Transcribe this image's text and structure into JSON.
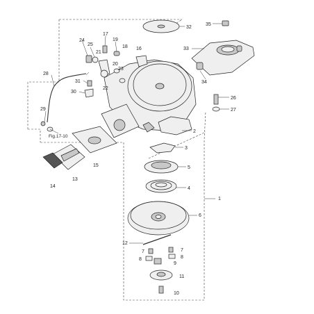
{
  "diagram": {
    "reference_label": "Fig.17-10",
    "callouts": [
      {
        "id": "c1",
        "text": "1"
      },
      {
        "id": "c2",
        "text": "2"
      },
      {
        "id": "c3",
        "text": "3"
      },
      {
        "id": "c4",
        "text": "4"
      },
      {
        "id": "c5",
        "text": "5"
      },
      {
        "id": "c6",
        "text": "6"
      },
      {
        "id": "c7a",
        "text": "7"
      },
      {
        "id": "c7b",
        "text": "7"
      },
      {
        "id": "c8a",
        "text": "8"
      },
      {
        "id": "c8b",
        "text": "8"
      },
      {
        "id": "c9",
        "text": "9"
      },
      {
        "id": "c10",
        "text": "10"
      },
      {
        "id": "c11",
        "text": "11"
      },
      {
        "id": "c12",
        "text": "12"
      },
      {
        "id": "c13",
        "text": "13"
      },
      {
        "id": "c14",
        "text": "14"
      },
      {
        "id": "c15",
        "text": "15"
      },
      {
        "id": "c16",
        "text": "16"
      },
      {
        "id": "c17",
        "text": "17"
      },
      {
        "id": "c18",
        "text": "18"
      },
      {
        "id": "c19",
        "text": "19"
      },
      {
        "id": "c20",
        "text": "20"
      },
      {
        "id": "c21",
        "text": "21"
      },
      {
        "id": "c22",
        "text": "22"
      },
      {
        "id": "c23",
        "text": "23"
      },
      {
        "id": "c24",
        "text": "24"
      },
      {
        "id": "c25",
        "text": "25"
      },
      {
        "id": "c26",
        "text": "26"
      },
      {
        "id": "c27",
        "text": "27"
      },
      {
        "id": "c28",
        "text": "28"
      },
      {
        "id": "c29",
        "text": "29"
      },
      {
        "id": "c30",
        "text": "30"
      },
      {
        "id": "c31",
        "text": "31"
      },
      {
        "id": "c32",
        "text": "32"
      },
      {
        "id": "c33",
        "text": "33"
      },
      {
        "id": "c34",
        "text": "34"
      },
      {
        "id": "c35",
        "text": "35"
      }
    ]
  }
}
